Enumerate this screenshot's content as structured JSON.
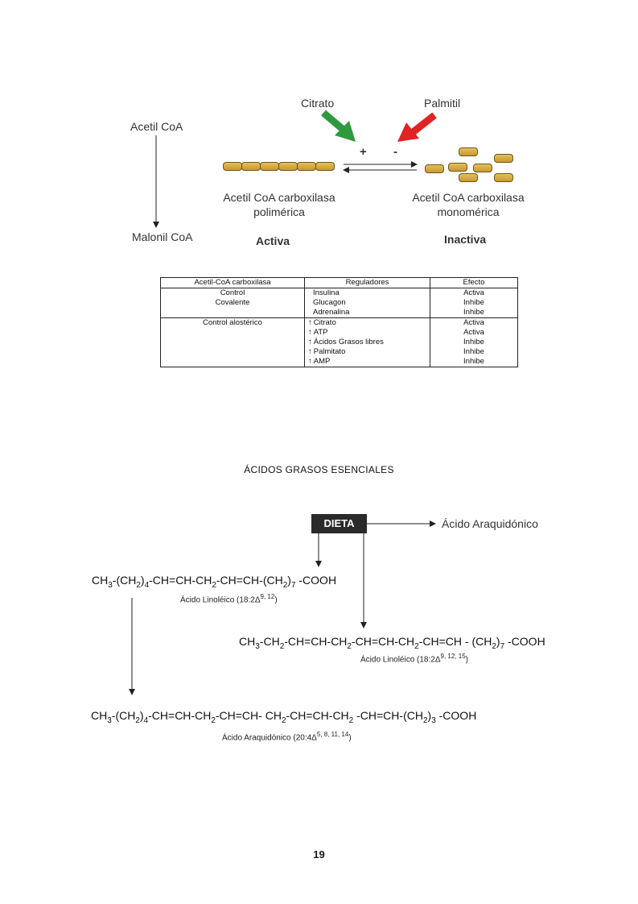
{
  "diagram": {
    "acetil_coa": "Acetil CoA",
    "malonil_coa": "Malonil CoA",
    "citrato": "Citrato",
    "palmitil": "Palmitil",
    "plus": "+",
    "minus": "-",
    "polimerica_line1": "Acetil CoA carboxilasa",
    "polimerica_line2": "polimérica",
    "monomerica_line1": "Acetil CoA carboxilasa",
    "monomerica_line2": "monomérica",
    "activa": "Activa",
    "inactiva": "Inactiva",
    "colors": {
      "citrato_arrow": "#2e9a3e",
      "palmitil_arrow": "#e02424",
      "enzyme_unit": "#d4a83f"
    }
  },
  "table": {
    "headers": [
      "Acetil-CoA carboxilasa",
      "Reguladores",
      "Efecto"
    ],
    "group1": {
      "label_line1": "Control",
      "label_line2": "Covalente",
      "regulators": [
        "Insulina",
        "Glucagon",
        "Adrenalina"
      ],
      "effects": [
        "Activa",
        "Inhibe",
        "Inhibe"
      ]
    },
    "group2": {
      "label": "Control alostérico",
      "arrow_symbol": "↑",
      "regulators": [
        "Citrato",
        "ATP",
        "Ácidos Grasos libres",
        "Palmitato",
        "AMP"
      ],
      "effects": [
        "Activa",
        "Activa",
        "Inhibe",
        "Inhibe",
        "Inhibe"
      ]
    }
  },
  "section": {
    "title": "ÁCIDOS GRASOS ESENCIALES",
    "dieta": "DIETA",
    "araquidonico": "Ácido Araquidónico"
  },
  "formulas": {
    "f1_caption": "Ácido Linoléico (18:2Δ",
    "f1_sup": "9, 12",
    "f2_caption": "Ácido Linoléico (18:2Δ",
    "f2_sup": "9, 12, 15",
    "f3_caption": "Ácido Araquidónico (20:4Δ",
    "f3_sup": "5, 8, 11, 14",
    "caption_close": ")"
  },
  "page": {
    "number": "19"
  }
}
